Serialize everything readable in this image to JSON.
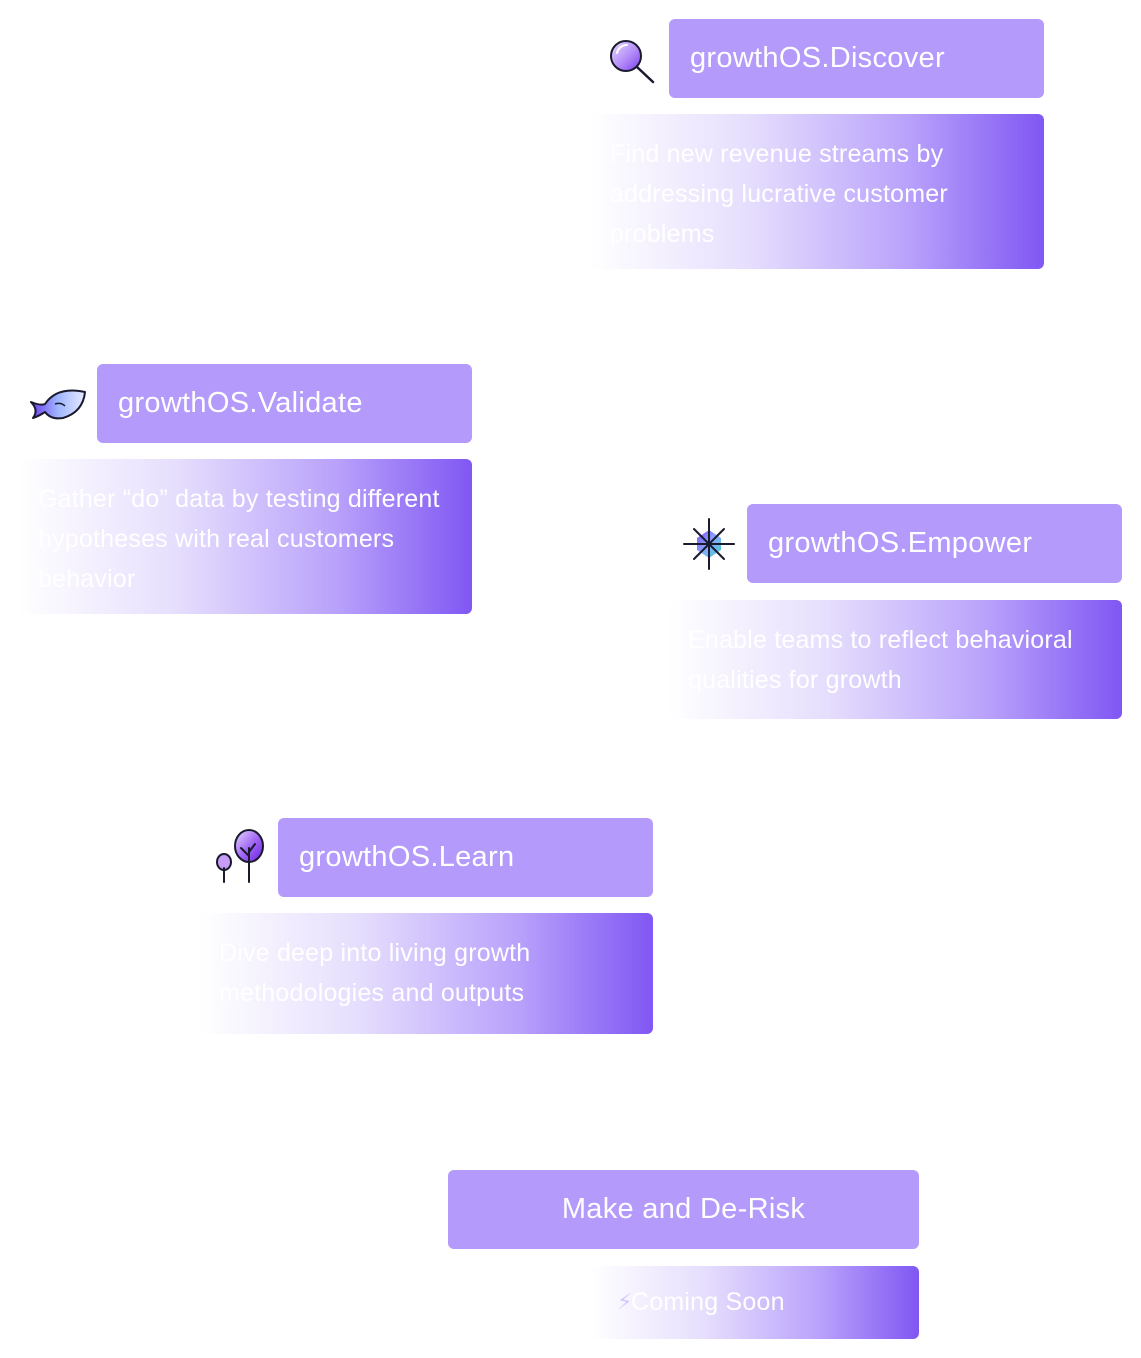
{
  "cards": [
    {
      "id": "discover",
      "title": "growthOS.Discover",
      "description": "Find new revenue streams by addressing lucrative customer problems",
      "icon": "magnifier-icon"
    },
    {
      "id": "validate",
      "title": "growthOS.Validate",
      "description": "Gather “do” data by testing different hypotheses with real customers behavior",
      "icon": "fish-icon"
    },
    {
      "id": "empower",
      "title": "growthOS.Empower",
      "description": "Enable teams to reflect behavioral qualities for growth",
      "icon": "spark-icon"
    },
    {
      "id": "learn",
      "title": "growthOS.Learn",
      "description": "Dive deep into living growth methodologies and outputs",
      "icon": "trees-icon"
    }
  ],
  "make": {
    "title": "Make and De-Risk",
    "status": "Coming Soon",
    "icon": "bolt-icon"
  },
  "colors": {
    "header": "#b39afb",
    "gradient_end": "#8057f3"
  }
}
